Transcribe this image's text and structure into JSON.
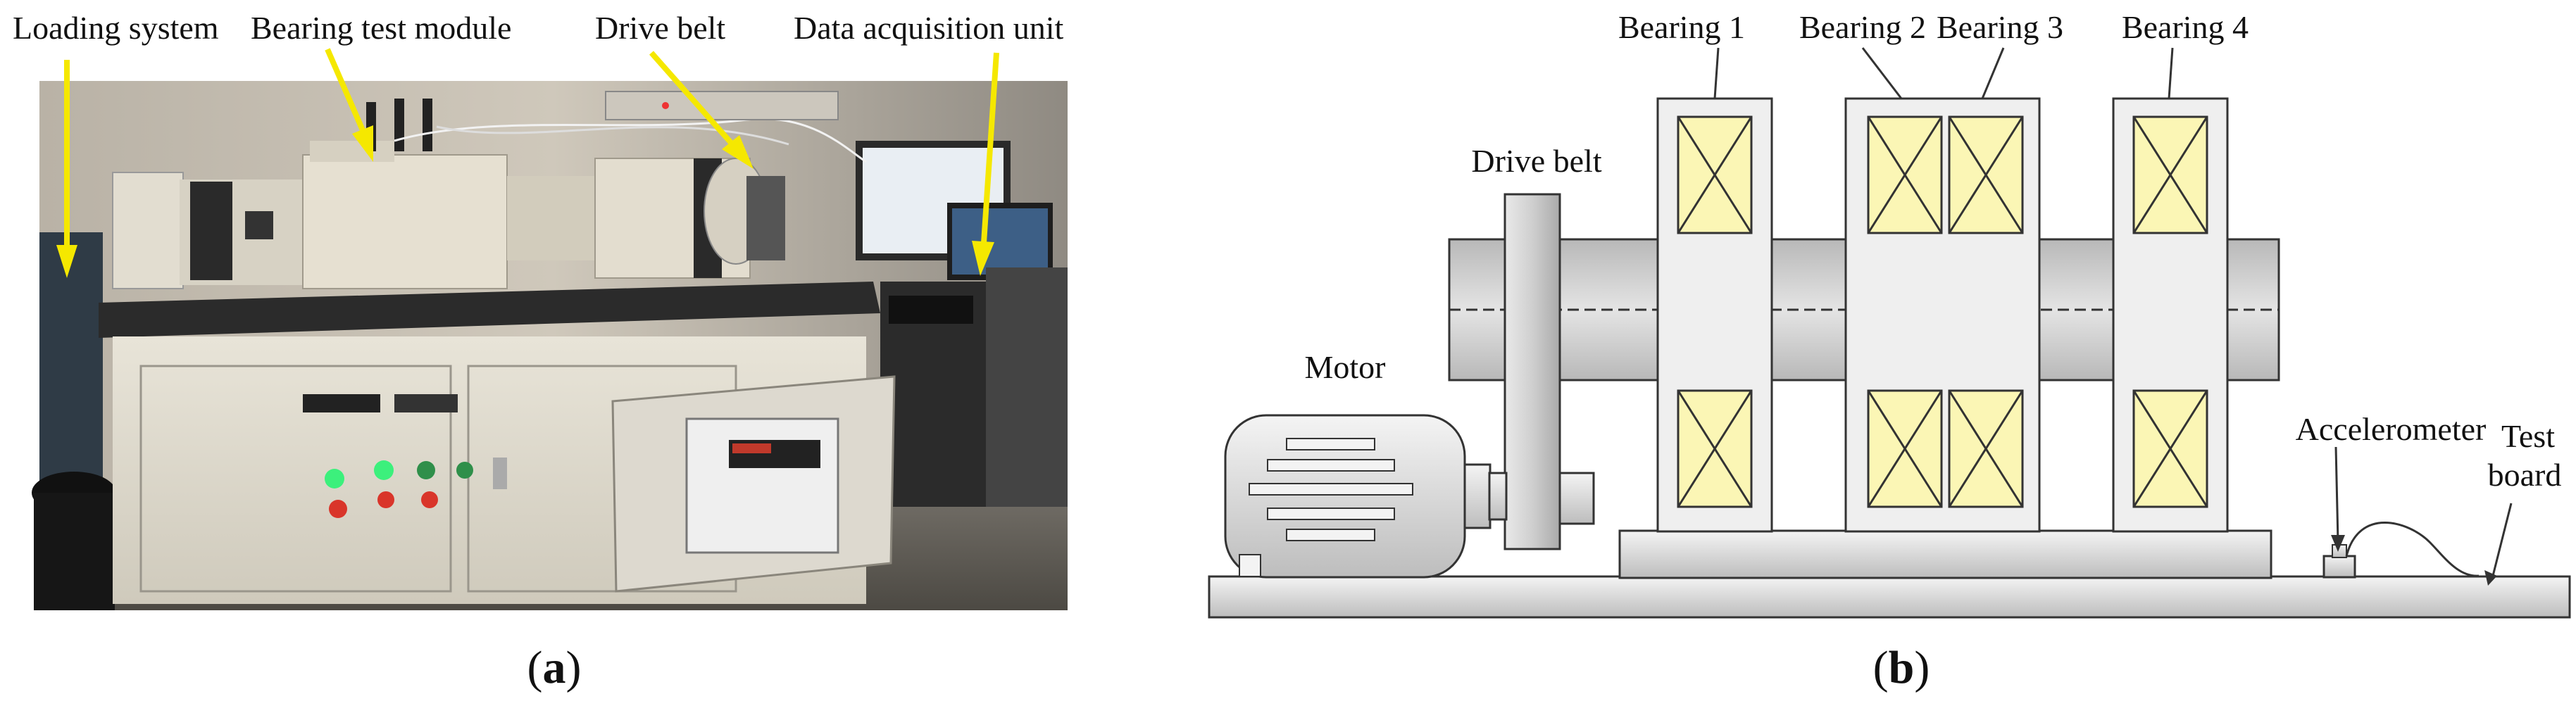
{
  "panel_a": {
    "labels": {
      "loading_system": "Loading system",
      "bearing_test_module": "Bearing test module",
      "drive_belt": "Drive belt",
      "data_acquisition_unit": "Data acquisition unit"
    },
    "caption_open": "(",
    "caption_letter": "a",
    "caption_close": ")"
  },
  "panel_b": {
    "labels": {
      "bearing_1": "Bearing 1",
      "bearing_2": "Bearing 2",
      "bearing_3": "Bearing 3",
      "bearing_4": "Bearing 4",
      "drive_belt": "Drive belt",
      "motor": "Motor",
      "accelerometer": "Accelerometer",
      "test_line1": "Test",
      "test_line2": "board"
    },
    "caption_open": "(",
    "caption_letter": "b",
    "caption_close": ")"
  },
  "colors": {
    "bearing_fill": "#fbf6b5",
    "arrow_yellow": "#f5e800"
  }
}
